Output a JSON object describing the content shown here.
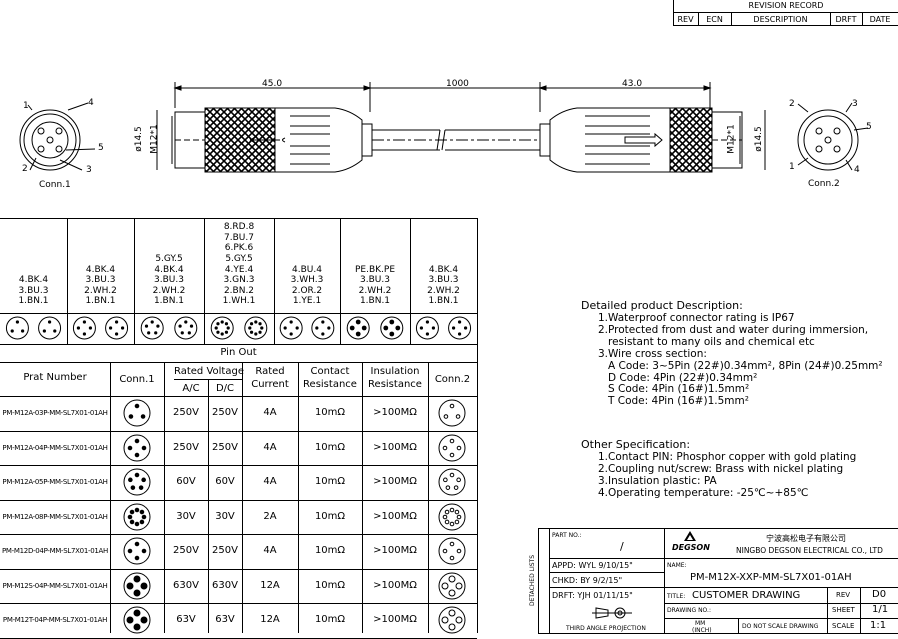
{
  "revision": {
    "title": "REVISION RECORD",
    "headers": [
      "REV",
      "ECN",
      "DESCRIPTION",
      "DRFT",
      "DATE"
    ]
  },
  "drawing": {
    "dim_left": "45.0",
    "dim_center": "1000",
    "dim_right": "43.0",
    "left_thread": "M12*1",
    "left_dia": "ø14.5",
    "right_thread": "M12*1",
    "right_dia": "ø14.5",
    "conn1_label": "Conn.1",
    "conn2_label": "Conn.2",
    "conn1_pins": [
      "1",
      "4",
      "5",
      "2",
      "3"
    ],
    "conn2_pins": [
      "2",
      "3",
      "5",
      "1",
      "4"
    ]
  },
  "pin_columns": [
    [
      "4.BK.4",
      "3.BU.3",
      "1.BN.1"
    ],
    [
      "4.BK.4",
      "3.BU.3",
      "2.WH.2",
      "1.BN.1"
    ],
    [
      "5.GY.5",
      "4.BK.4",
      "3.BU.3",
      "2.WH.2",
      "1.BN.1"
    ],
    [
      "8.RD.8",
      "7.BU.7",
      "6.PK.6",
      "5.GY.5",
      "4.YE.4",
      "3.GN.3",
      "2.BN.2",
      "1.WH.1"
    ],
    [
      "4.BU.4",
      "3.WH.3",
      "2.OR.2",
      "1.YE.1"
    ],
    [
      "PE.BK.PE",
      "3.BU.3",
      "2.WH.2",
      "1.BN.1"
    ],
    [
      "4.BK.4",
      "3.BU.3",
      "2.WH.2",
      "1.BN.1"
    ]
  ],
  "pin_out_label": "Pin Out",
  "table": {
    "headers": {
      "part": "Prat Number",
      "conn1": "Conn.1",
      "rated_voltage": "Rated Voltage",
      "ac": "A/C",
      "dc": "D/C",
      "rated_current": [
        "Rated",
        "Current"
      ],
      "contact": [
        "Contact",
        "Resistance"
      ],
      "insulation": [
        "Insulation",
        "Resistance"
      ],
      "conn2": "Conn.2"
    },
    "rows": [
      {
        "part": "PM-M12A-03P-MM-SL7X01-01AH",
        "ac": "250V",
        "dc": "250V",
        "current": "4A",
        "contact": "10mΩ",
        "insulation": ">100MΩ",
        "pins": 3,
        "kind": "a"
      },
      {
        "part": "PM-M12A-04P-MM-SL7X01-01AH",
        "ac": "250V",
        "dc": "250V",
        "current": "4A",
        "contact": "10mΩ",
        "insulation": ">100MΩ",
        "pins": 4,
        "kind": "a"
      },
      {
        "part": "PM-M12A-05P-MM-SL7X01-01AH",
        "ac": "60V",
        "dc": "60V",
        "current": "4A",
        "contact": "10mΩ",
        "insulation": ">100MΩ",
        "pins": 5,
        "kind": "a"
      },
      {
        "part": "PM-M12A-08P-MM-SL7X01-01AH",
        "ac": "30V",
        "dc": "30V",
        "current": "2A",
        "contact": "10mΩ",
        "insulation": ">100MΩ",
        "pins": 8,
        "kind": "a"
      },
      {
        "part": "PM-M12D-04P-MM-SL7X01-01AH",
        "ac": "250V",
        "dc": "250V",
        "current": "4A",
        "contact": "10mΩ",
        "insulation": ">100MΩ",
        "pins": 4,
        "kind": "d"
      },
      {
        "part": "PM-M12S-04P-MM-SL7X01-01AH",
        "ac": "630V",
        "dc": "630V",
        "current": "12A",
        "contact": "10mΩ",
        "insulation": ">100MΩ",
        "pins": 4,
        "kind": "s"
      },
      {
        "part": "PM-M12T-04P-MM-SL7X01-01AH",
        "ac": "63V",
        "dc": "63V",
        "current": "12A",
        "contact": "10mΩ",
        "insulation": ">100MΩ",
        "pins": 4,
        "kind": "s"
      }
    ]
  },
  "description": {
    "title": "Detailed product Description:",
    "lines": [
      "1.Waterproof connector rating is IP67",
      "2.Protected from dust and water during immersion,",
      "   resistant to many oils and chemical etc",
      "3.Wire cross section:",
      "   A Code: 3~5Pin (22#)0.34mm², 8Pin (24#)0.25mm²",
      "   D Code: 4Pin (22#)0.34mm²",
      "   S Code: 4Pin (16#)1.5mm²",
      "   T Code: 4Pin (16#)1.5mm²"
    ]
  },
  "other": {
    "title": "Other Specification:",
    "lines": [
      "1.Contact PIN: Phosphor copper with gold plating",
      "2.Coupling nut/screw: Brass with nickel plating",
      "3.Insulation plastic: PA",
      "4.Operating temperature: -25℃~+85℃"
    ]
  },
  "title_block": {
    "side_label": "DETACHED LISTS",
    "part_no_label": "PART NO.:",
    "part_no_value": "/",
    "company_cn": "宁波高松电子有限公司",
    "company_en": "NINGBO DEGSON ELECTRICAL CO., LTD",
    "logo": "DEGSON",
    "appd": "APPD:  WYL  9/10/15\"",
    "chkd": "CHKD:  BY  9/2/15\"",
    "drft": "DRFT:    YJH  01/11/15\"",
    "name_label": "NAME:",
    "name_value": "PM-M12X-XXP-MM-SL7X01-01AH",
    "title_label": "TITLE:",
    "title_value": "CUSTOMER DRAWING",
    "rev_label": "REV",
    "rev_value": "D0",
    "drawing_no_label": "DRAWING NO.:",
    "sheet_label": "SHEET",
    "sheet_value": "1/1",
    "projection": "THIRD ANGLE PROJECTION",
    "units": [
      "MM",
      "(INCH)"
    ],
    "no_scale": "DO NOT SCALE DRAWING",
    "scale_label": "SCALE",
    "scale_value": "1:1"
  }
}
